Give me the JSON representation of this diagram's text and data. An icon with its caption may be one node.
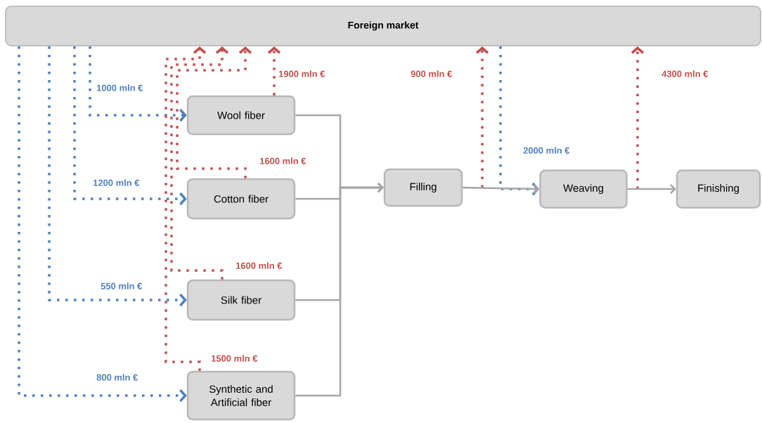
{
  "diagram": {
    "nodes": [
      {
        "text": [
          "Foreign market"
        ]
      },
      {
        "text": [
          "Wool fiber"
        ]
      },
      {
        "text": [
          "Cotton fiber"
        ]
      },
      {
        "text": [
          "Silk fiber"
        ]
      },
      {
        "text": [
          "Synthetic and Artificial fiber"
        ]
      },
      {
        "text": [
          "Filling"
        ]
      },
      {
        "text": [
          "Weaving"
        ]
      },
      {
        "text": [
          "Finishing"
        ]
      }
    ],
    "edges": [
      {
        "from": 0,
        "to": 1,
        "arrow": "to",
        "label": "1000 mln €",
        "style": "dashed",
        "color": "#4f81bd"
      },
      {
        "from": 0,
        "to": 2,
        "arrow": "to",
        "label": "1200 mln €",
        "style": "dashed",
        "color": "#4f81bd"
      },
      {
        "from": 0,
        "to": 3,
        "arrow": "to",
        "label": "550 mln €",
        "style": "dashed",
        "color": "#4f81bd"
      },
      {
        "from": 0,
        "to": 4,
        "arrow": "to",
        "label": "800 mln €",
        "style": "dashed",
        "color": "#4f81bd"
      },
      {
        "from": 0,
        "to": 6,
        "arrow": "to",
        "label": "2000 mln €",
        "style": "dashed",
        "color": "#4f81bd"
      },
      {
        "from": 1,
        "to": 0,
        "arrow": "to",
        "label": "1900 mln €",
        "style": "dashed",
        "color": "#c0504d"
      },
      {
        "from": 2,
        "to": 0,
        "arrow": "to",
        "label": "1600 mln €",
        "style": "dashed",
        "color": "#c0504d"
      },
      {
        "from": 3,
        "to": 0,
        "arrow": "to",
        "label": "1600 mln €",
        "style": "dashed",
        "color": "#c0504d"
      },
      {
        "from": 4,
        "to": 0,
        "arrow": "to",
        "label": "1500 mln €",
        "style": "dashed",
        "color": "#c0504d"
      },
      {
        "from": 5,
        "to": 0,
        "arrow": "to",
        "label": "900 mln €",
        "style": "dashed",
        "color": "#c0504d"
      },
      {
        "from": 6,
        "to": 0,
        "arrow": "to",
        "label": "4300 mln €",
        "style": "dashed",
        "color": "#c0504d"
      },
      {
        "from": 1,
        "to": 5,
        "arrow": "to"
      },
      {
        "from": 2,
        "to": 5,
        "arrow": "to"
      },
      {
        "from": 3,
        "to": 5,
        "arrow": "to"
      },
      {
        "from": 4,
        "to": 5,
        "arrow": "to"
      },
      {
        "from": 5,
        "to": 6,
        "arrow": "to"
      },
      {
        "from": 6,
        "to": 7,
        "arrow": "to"
      }
    ]
  }
}
